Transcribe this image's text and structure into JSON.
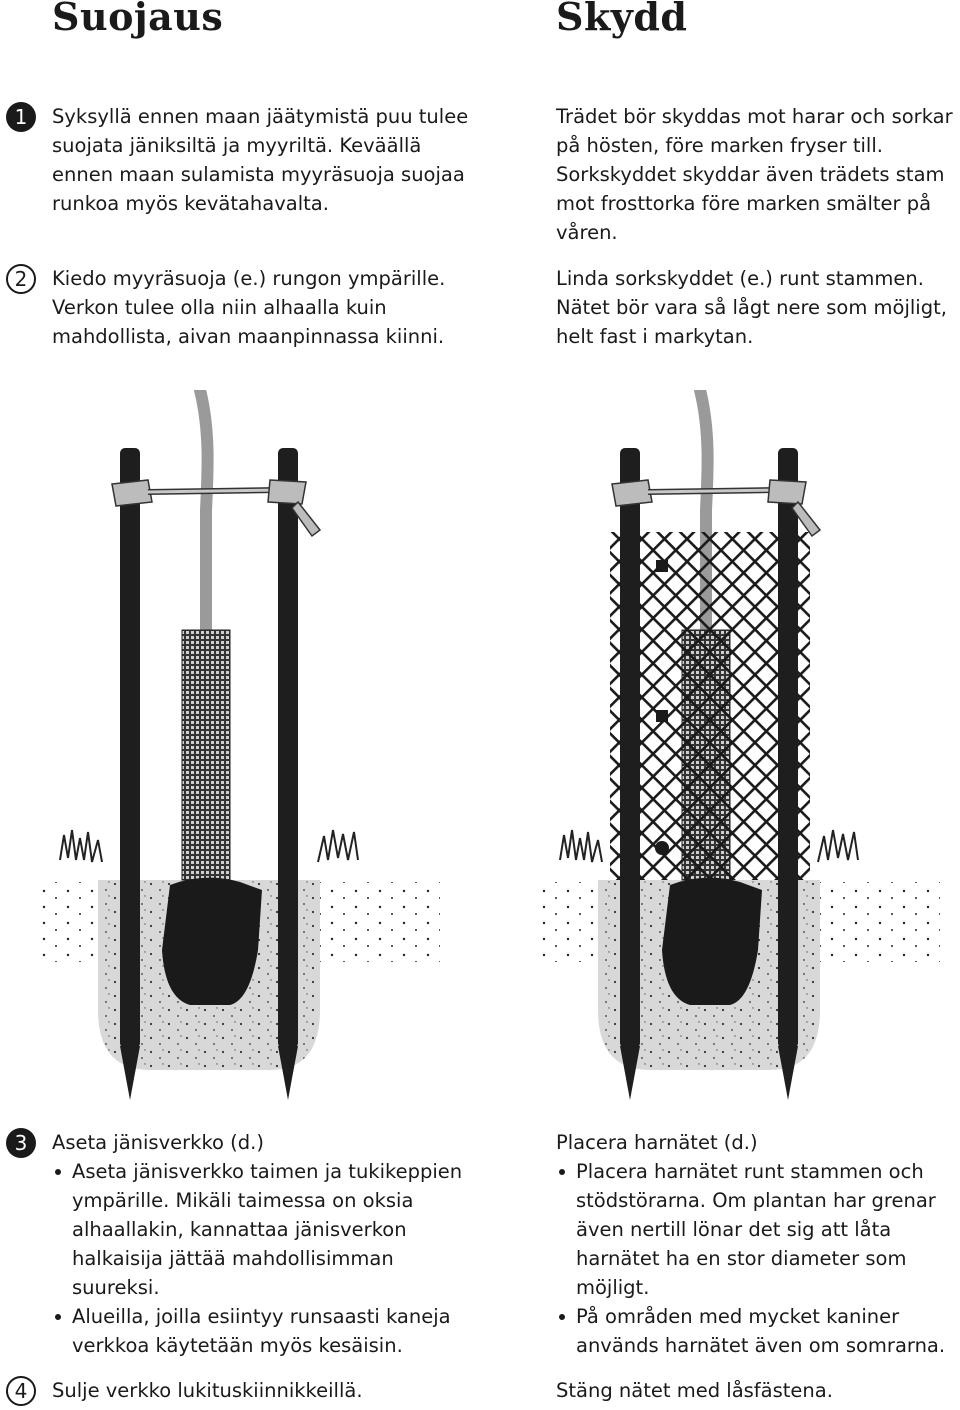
{
  "titles": {
    "fi": "Suojaus",
    "sv": "Skydd"
  },
  "steps": [
    {
      "number": "1",
      "fi": "Syksyllä ennen maan jäätymistä puu tulee suojata jäniksiltä ja myyriltä. Keväällä ennen maan sulamista myyräsuoja suojaa runkoa myös kevätahavalta.",
      "sv": "Trädet bör skyddas mot harar och sorkar på hösten, före marken fryser till. Sorkskyddet skyddar även trädets stam mot frosttorka före marken smälter på våren."
    },
    {
      "number": "2",
      "fi": "Kiedo myyräsuoja (e.) rungon ympärille. Verkon tulee olla niin alhaalla kuin mahdollista, aivan maanpinnassa kiinni.",
      "sv": "Linda sorkskyddet (e.) runt stammen. Nätet bör vara så lågt nere som möjligt, helt fast i markytan."
    },
    {
      "number": "3",
      "fi_heading": "Aseta jänisverkko (d.)",
      "fi_bullets": [
        "Aseta jänisverkko taimen ja tukikeppien ympärille. Mikäli taimessa on oksia alhaallakin, kannattaa jänisverkon halkaisija jättää mahdollisimman suureksi.",
        "Alueilla, joilla esiintyy runsaasti kaneja verkkoa käytetään myös kesäisin."
      ],
      "sv_heading": "Placera harnätet (d.)",
      "sv_bullets": [
        "Placera harnätet runt stammen och stödstörarna. Om plantan har grenar även nertill lönar det sig att låta harnätet ha en stor diameter som möjligt.",
        "På områden med mycket kaniner används harnätet även om somrarna."
      ]
    },
    {
      "number": "4",
      "fi": "Sulje verkko lukituskiinnikkeillä.",
      "sv": "Stäng nätet med låsfästena."
    }
  ],
  "illustrations": [
    {
      "name": "vole-guard-illustration",
      "elements": [
        "tree-stem",
        "support-stakes",
        "tie-band",
        "vole-guard-mesh",
        "root-ball",
        "planting-hole-soil",
        "grass"
      ]
    },
    {
      "name": "hare-net-illustration",
      "elements": [
        "tree-stem",
        "support-stakes",
        "tie-band",
        "hare-net-mesh",
        "vole-guard-mesh",
        "lock-clips",
        "root-ball",
        "planting-hole-soil",
        "grass"
      ]
    }
  ]
}
